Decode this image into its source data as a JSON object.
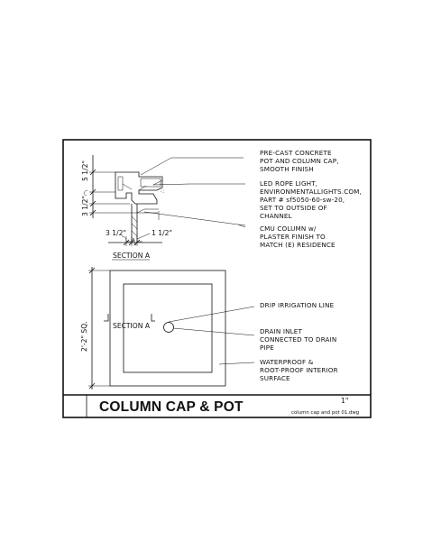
{
  "drawing": {
    "title": "COLUMN CAP & POT",
    "scale": "1\"",
    "filename": "column cap and pot 01.dwg"
  },
  "section": {
    "label": "SECTION A",
    "dims": {
      "top": "5 1/2\"",
      "mid": "3 1/2\"",
      "left_bottom": "3 1/2\"",
      "right_bottom": "1 1/2\""
    },
    "notes": [
      [
        "PRE-CAST CONCRETE",
        "POT AND COLUMN CAP,",
        "SMOOTH FINISH"
      ],
      [
        "LED ROPE LIGHT,",
        "ENVIRONMENTALLIGHTS.COM,",
        "PART # sf5050-60-sw-20,",
        "SET TO OUTSIDE OF",
        "CHANNEL"
      ],
      [
        "CMU COLUMN w/",
        "PLASTER FINISH TO",
        "MATCH (E) RESIDENCE"
      ]
    ]
  },
  "plan": {
    "section_label": "SECTION A",
    "size_dim": "2'-2\" SQ.",
    "notes": [
      [
        "DRIP IRRIGATION LINE"
      ],
      [
        "DRAIN INLET",
        "CONNECTED TO DRAIN",
        "PIPE"
      ],
      [
        "WATERPROOF &",
        "ROOT-PROOF INTERIOR",
        "SURFACE"
      ]
    ]
  }
}
